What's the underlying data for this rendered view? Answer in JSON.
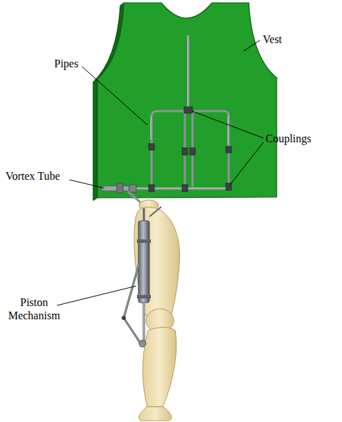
{
  "diagram": {
    "labels": [
      "Vest",
      "Pipes",
      "Couplings",
      "Vortex Tube",
      "Piston Mechanism"
    ]
  }
}
